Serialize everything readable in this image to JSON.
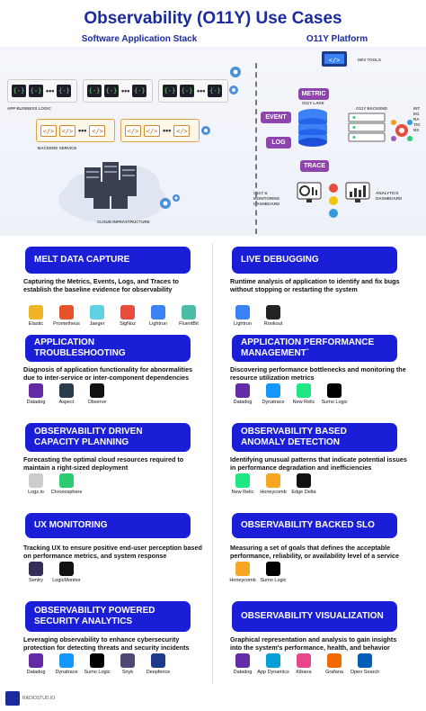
{
  "header": {
    "title": "Observability (O11Y) Use Cases",
    "left_subtitle": "Software Application Stack",
    "right_subtitle": "O11Y Platform"
  },
  "diagram": {
    "app_business_logic": "APP BUSINESS LOGIC",
    "backend_service": "BACKEND SERVICE",
    "cloud_infrastructure": "CLOUD INFRASTRUCTURE",
    "dev_tools": "DEV TOOLS",
    "o11y_lake": "O11Y LAKE",
    "o11y_backend": "O11Y BACKEND",
    "integrations": "INTEGRATIONS",
    "monitoring_dashboard": "O11Y & MONITORING DASHBOARD",
    "analytics_dashboard": "ANALYTICS DASHBOARD",
    "tags": {
      "metric": "METRIC",
      "event": "EVENT",
      "log": "LOG",
      "trace": "TRACE"
    }
  },
  "sections": [
    {
      "title": "MELT DATA CAPTURE",
      "desc": "Capturing the Metrics, Events, Logs, and Traces to establish the baseline evidence for observability",
      "tools": [
        {
          "name": "Elastic",
          "color": "#f0b429",
          "icon": "elastic-icon"
        },
        {
          "name": "Prometheus",
          "color": "#e6522c",
          "icon": "prometheus-icon"
        },
        {
          "name": "Jaeger",
          "color": "#60d0e4",
          "icon": "jaeger-icon"
        },
        {
          "name": "SigNoz",
          "color": "#e74c3c",
          "icon": "signoz-icon"
        },
        {
          "name": "Lightrun",
          "color": "#3b82f6",
          "icon": "lightrun-icon"
        },
        {
          "name": "FluentBit",
          "color": "#49bda5",
          "icon": "fluentbit-icon"
        }
      ]
    },
    {
      "title": "LIVE DEBUGGING",
      "desc": "Runtime analysis of application to identify and fix bugs without stopping or restarting the system",
      "tools": [
        {
          "name": "Lightrun",
          "color": "#3b82f6",
          "icon": "lightrun-icon"
        },
        {
          "name": "Rookout",
          "color": "#222",
          "icon": "rookout-icon"
        }
      ]
    },
    {
      "title": "APPLICATION TROUBLESHOOTING",
      "desc": "Diagnosis of application functionality for abnormalities due to inter-service or inter-component dependencies",
      "tools": [
        {
          "name": "Datadog",
          "color": "#632ca6",
          "icon": "datadog-icon"
        },
        {
          "name": "Aspect",
          "color": "#2a3b4c",
          "icon": "aspect-icon"
        },
        {
          "name": "Observe",
          "color": "#111",
          "icon": "observe-icon"
        }
      ]
    },
    {
      "title": "APPLICATION PERFORMANCE MANAGEMENT`",
      "desc": "Discovering performance bottlenecks and monitoring the resource utilization metrics",
      "tools": [
        {
          "name": "Datadog",
          "color": "#632ca6",
          "icon": "datadog-icon"
        },
        {
          "name": "Dynatrace",
          "color": "#1496ff",
          "icon": "dynatrace-icon"
        },
        {
          "name": "New Relic",
          "color": "#1ce783",
          "icon": "newrelic-icon"
        },
        {
          "name": "Sumo Logic",
          "color": "#000",
          "icon": "sumologic-icon"
        }
      ]
    },
    {
      "title": "OBSERVABILITY DRIVEN CAPACITY PLANNING",
      "desc": "Forecasting the optimal cloud resources required to maintain a right-sized deployment",
      "tools": [
        {
          "name": "Logz.io",
          "color": "#cccccc",
          "icon": "logzio-icon"
        },
        {
          "name": "Chronosphere",
          "color": "#2ecc71",
          "icon": "chronosphere-icon"
        }
      ]
    },
    {
      "title": "OBSERVABILITY BASED ANOMALY DETECTION",
      "desc": "Identifying unusual patterns that indicate potential issues in performance degradation and inefficiencies",
      "tools": [
        {
          "name": "New Relic",
          "color": "#1ce783",
          "icon": "newrelic-icon"
        },
        {
          "name": "Honeycomb",
          "color": "#f5a623",
          "icon": "honeycomb-icon"
        },
        {
          "name": "Edge Delta",
          "color": "#111",
          "icon": "edgedelta-icon"
        }
      ]
    },
    {
      "title": "UX MONITORING",
      "desc": "Tracking UX to ensure positive end-user perception based on performance metrics, and system response",
      "tools": [
        {
          "name": "Sentry",
          "color": "#362d59",
          "icon": "sentry-icon"
        },
        {
          "name": "LogicMonitor",
          "color": "#111",
          "icon": "logicmonitor-icon"
        }
      ]
    },
    {
      "title": "OBSERVABILITY BACKED SLO",
      "desc": "Measuring a set of goals that defines the acceptable performance, reliability, or availability level of a service",
      "tools": [
        {
          "name": "Honeycomb",
          "color": "#f5a623",
          "icon": "honeycomb-icon"
        },
        {
          "name": "Sumo Logic",
          "color": "#000",
          "icon": "sumologic-icon"
        }
      ]
    },
    {
      "title": "OBSERVABILITY POWERED SECURITY ANALYTICS",
      "desc": "Leveraging observability to enhance cybersecurity protection for detecting threats and security incidents",
      "tools": [
        {
          "name": "Datadog",
          "color": "#632ca6",
          "icon": "datadog-icon"
        },
        {
          "name": "Dynatrace",
          "color": "#1496ff",
          "icon": "dynatrace-icon"
        },
        {
          "name": "Sumo Logic",
          "color": "#000",
          "icon": "sumologic-icon"
        },
        {
          "name": "Snyk",
          "color": "#4c4a73",
          "icon": "snyk-icon"
        },
        {
          "name": "Deepfence",
          "color": "#1e3a8a",
          "icon": "deepfence-icon"
        }
      ]
    },
    {
      "title": "OBSERVABILITY VISUALIZATION",
      "desc": "Graphical representation and analysis to gain insights into the system's performance, health, and behavior",
      "tools": [
        {
          "name": "Datadog",
          "color": "#632ca6",
          "icon": "datadog-icon"
        },
        {
          "name": "App Dynamics",
          "color": "#049fd9",
          "icon": "appdynamics-icon"
        },
        {
          "name": "Kibana",
          "color": "#e8478b",
          "icon": "kibana-icon"
        },
        {
          "name": "Grafana",
          "color": "#f46800",
          "icon": "grafana-icon"
        },
        {
          "name": "Open Search",
          "color": "#005eb8",
          "icon": "opensearch-icon"
        }
      ]
    }
  ],
  "footer": {
    "brand": "RADIOSTUD.IO"
  }
}
